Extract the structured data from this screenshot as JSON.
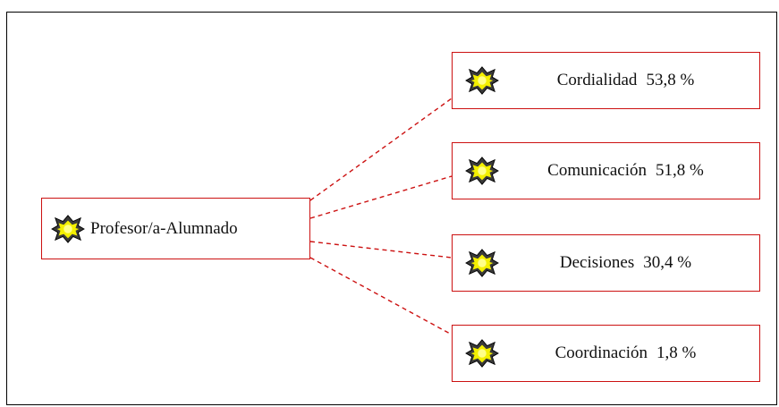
{
  "diagram": {
    "line_color": "#cc1111",
    "box_border_color": "#cc1111",
    "root": {
      "label": "Profesor/a-Alumnado",
      "icon": "yellow-star-badge-icon"
    },
    "children": [
      {
        "label": "Cordialidad",
        "value": "53,8 %",
        "icon": "yellow-star-badge-icon"
      },
      {
        "label": "Comunicación",
        "value": "51,8 %",
        "icon": "yellow-star-badge-icon"
      },
      {
        "label": "Decisiones",
        "value": "30,4 %",
        "icon": "yellow-star-badge-icon"
      },
      {
        "label": "Coordinación",
        "value": "1,8 %",
        "icon": "yellow-star-badge-icon"
      }
    ]
  }
}
